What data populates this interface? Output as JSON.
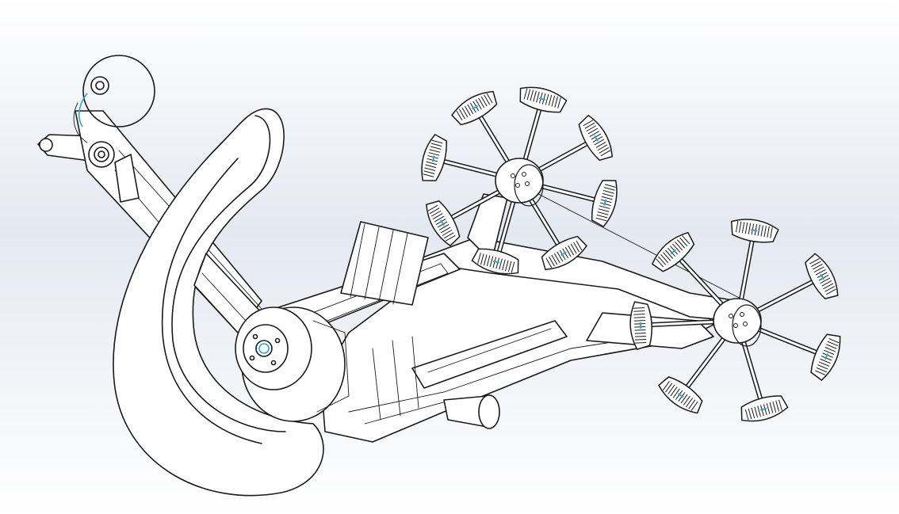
{
  "viewport": {
    "background_top": "#ffffff",
    "background_mid": "#e4e8f1",
    "background_bottom": "#ffffff",
    "line_color": "#1a1a1a",
    "accent_color": "#2aa7d8"
  },
  "model": {
    "parts": [
      "hook-body",
      "rear-linkage",
      "drive-pulley",
      "main-frame",
      "front-paddle-wheel",
      "rear-paddle-wheel",
      "cylinder-stub"
    ]
  }
}
